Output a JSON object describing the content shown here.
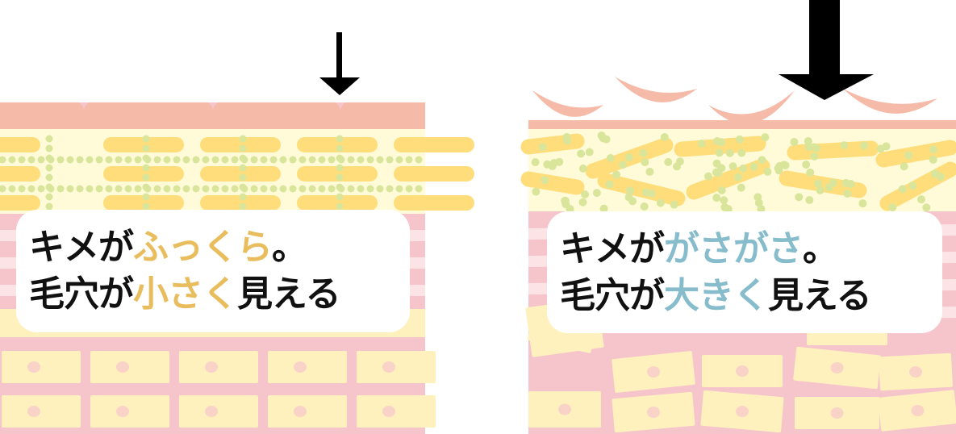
{
  "colors": {
    "skin_top": "#F6BAA8",
    "yellow_light": "#FFFBD9",
    "yellow_bar": "#FFDD7B",
    "green_dot": "#D9E59A",
    "pink": "#F6C5CC",
    "pink_light": "#FCE3E6",
    "cell": "#FFF1BD",
    "nucleus": "#F9D3C7",
    "accent_good": "#E9BD5D",
    "accent_bad": "#86BCCB"
  },
  "left_panel": {
    "line1": {
      "pre": "キメが",
      "accent": "ふっくら",
      "post": "。"
    },
    "line2": {
      "pre": "毛穴が",
      "accent": "小さく",
      "post": "見える"
    }
  },
  "right_panel": {
    "line1": {
      "pre": "キメが",
      "accent": "がさがさ",
      "post": "。"
    },
    "line2": {
      "pre": "毛穴が",
      "accent": "大きく",
      "post": "見える"
    }
  }
}
